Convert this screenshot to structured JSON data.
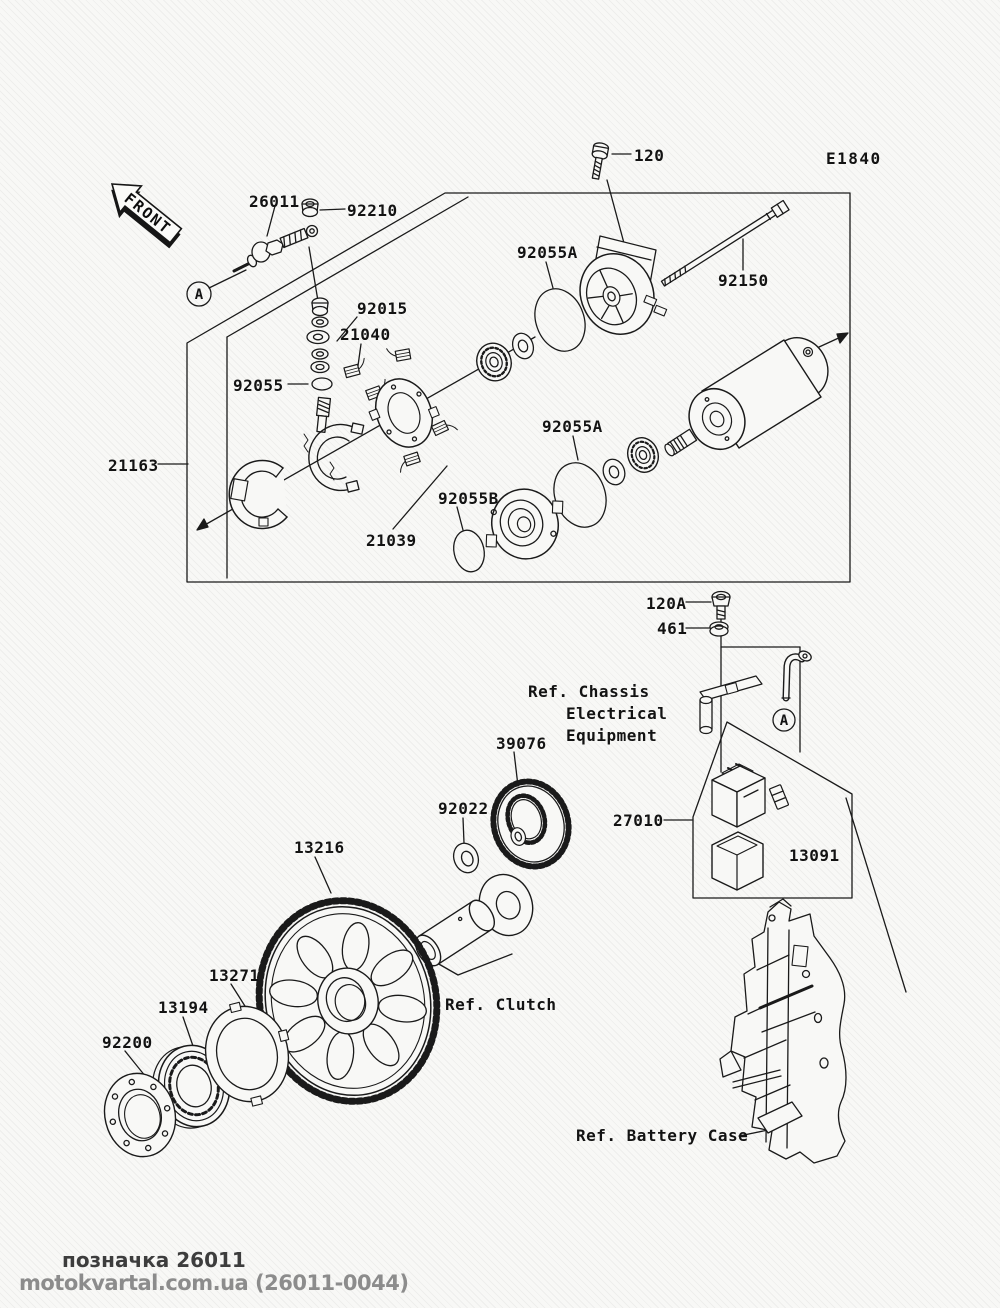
{
  "diagram": {
    "code": "E1840",
    "front_label": "FRONT",
    "callout_a": "A"
  },
  "part_labels": {
    "terminal_26011": "26011",
    "nut_92210": "92210",
    "bolt_120": "120",
    "through_bolt_92150": "92150",
    "oring_92055a_upper": "92055A",
    "washer_set_92015": "92015",
    "brush_21040": "21040",
    "oring_92055": "92055",
    "yoke_21163": "21163",
    "oring_92055a_lower": "92055A",
    "oring_92055b": "92055B",
    "brush_holder_21039": "21039",
    "bolt_120a": "120A",
    "washer_461": "461",
    "idler_gear_39076": "39076",
    "washer_92022": "92022",
    "starter_relay_27010": "27010",
    "relay_cover_13091": "13091",
    "starter_gear_13216": "13216",
    "retainer_13271": "13271",
    "oneway_clutch_13194": "13194",
    "plate_92200": "92200"
  },
  "references": {
    "chassis_line1": "Ref. Chassis",
    "chassis_line2": "Electrical",
    "chassis_line3": "Equipment",
    "clutch": "Ref. Clutch",
    "battery_case": "Ref. Battery Case"
  },
  "watermark": {
    "line1": "позначка 26011",
    "line2": "motokvartal.com.ua (26011-0044)"
  },
  "colors": {
    "ink": "#1a1a1a",
    "paper": "#f8f8f6",
    "watermark_gray": "#8c8c8c"
  }
}
